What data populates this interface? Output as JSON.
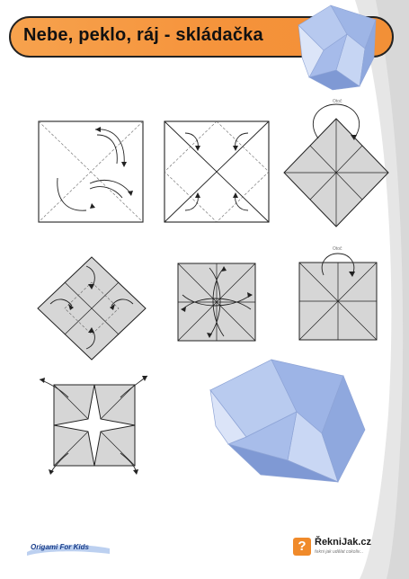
{
  "title": "Nebe, peklo, ráj - skládačka",
  "step_labels": {
    "step3": "Otoč",
    "step6": "Otoč"
  },
  "footer": {
    "left_brand": "Origami For Kids",
    "right_brand": "ŘekniJak.cz",
    "right_tagline": "řekni jak udělat cokoliv...",
    "right_icon": "?"
  },
  "colors": {
    "banner_orange": "#f5923a",
    "paper_blue": "#aabfe8",
    "fold_gray": "#d6d6d6"
  },
  "icons": [
    "question-mark-icon",
    "curved-arrow-icon",
    "rotate-arrow-icon"
  ]
}
